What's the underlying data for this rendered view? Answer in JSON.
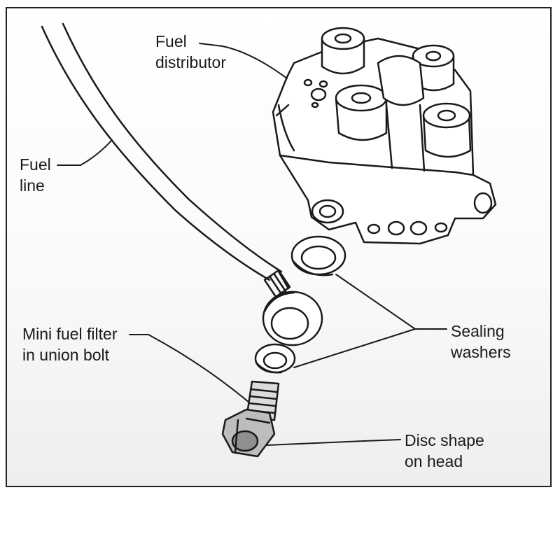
{
  "labels": {
    "fuel_distributor": [
      "Fuel",
      "distributor"
    ],
    "fuel_line": [
      "Fuel",
      "line"
    ],
    "mini_filter": [
      "Mini fuel filter",
      "in union bolt"
    ],
    "sealing_washers": [
      "Sealing",
      "washers"
    ],
    "disc_shape": [
      "Disc shape",
      "on head"
    ]
  },
  "colors": {
    "ink": "#1a1a1a",
    "paper": "#ffffff"
  }
}
